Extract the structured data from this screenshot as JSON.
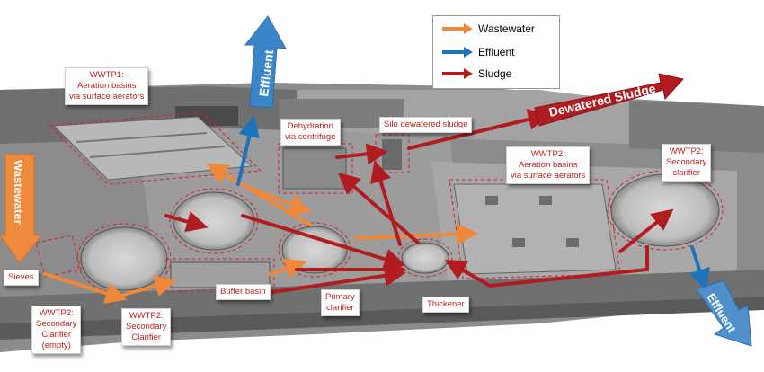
{
  "legend": {
    "items": [
      {
        "label": "Wastewater",
        "color": "#f0883a"
      },
      {
        "label": "Effluent",
        "color": "#1e73be"
      },
      {
        "label": "Sludge",
        "color": "#b01c20"
      }
    ]
  },
  "big_arrows": {
    "effluent_top": "Effluent",
    "effluent_bottom": "Effluent",
    "wastewater_in": "Wastewater",
    "dewatered_sludge": "Dewatered Sludge"
  },
  "labels": {
    "wwtp1_aeration": [
      "WWTP1:",
      "Aeration basins",
      "via surface aerators"
    ],
    "dehydration": [
      "Dehydration",
      "via centrifuge"
    ],
    "silo": [
      "Silo dewatered sludge"
    ],
    "wwtp2_aeration": [
      "WWTP2:",
      "Aeration basins",
      "via surface aerators"
    ],
    "wwtp2_secondary_right": [
      "WWTP2:",
      "Secondary",
      "clarifier"
    ],
    "sieves": [
      "Sieves"
    ],
    "buffer_basin": [
      "Buffer basin"
    ],
    "primary_clarifier": [
      "Primary",
      "clarifier"
    ],
    "thickener": [
      "Thickener"
    ],
    "wwtp2_secondary_empty": [
      "WWTP2:",
      "Secondary",
      "Clarifier",
      "(empty)"
    ],
    "wwtp2_secondary_clarifier": [
      "WWTP2:",
      "Secondary",
      "Clarifier"
    ]
  },
  "colors": {
    "wastewater": "#f0883a",
    "effluent": "#1e73be",
    "sludge": "#b01c20",
    "outline": "#d9202a"
  }
}
